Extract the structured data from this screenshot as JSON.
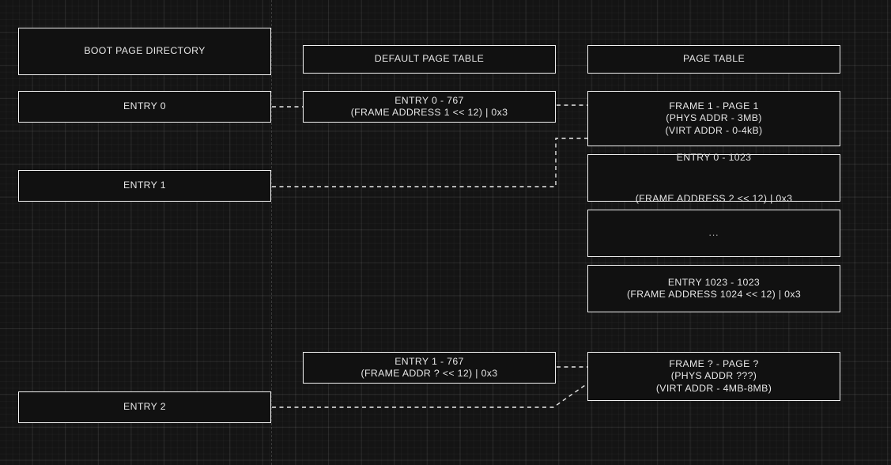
{
  "diagram": {
    "title_column_left": "BOOT PAGE DIRECTORY",
    "title_column_mid": "DEFAULT PAGE TABLE",
    "title_column_right": "PAGE TABLE",
    "theme": {
      "background": "#141414",
      "grid_minor": "#1c1c1c",
      "grid_major": "#2a2a2a",
      "node_border": "#f2f2f2",
      "node_fill": "#111111",
      "text": "#e6e6e6",
      "link": "#e8e8e8"
    },
    "nodes": {
      "boot_page_directory": "BOOT PAGE DIRECTORY",
      "entry_0": "ENTRY 0",
      "entry_1": "ENTRY 1",
      "entry_2": "ENTRY 2",
      "default_page_table": "DEFAULT PAGE TABLE",
      "entry_0_767": "ENTRY 0 - 767\n(FRAME ADDRESS 1 << 12) | 0x3",
      "entry_1_767": "ENTRY 1 - 767\n(FRAME ADDR ? << 12)  | 0x3",
      "page_table": "PAGE TABLE",
      "frame_1_page_1": "FRAME 1 - PAGE 1\n(PHYS ADDR - 3MB)\n(VIRT ADDR - 0-4kB)",
      "entry_0_1023": "ENTRY 0 - 1023\n\n(FRAME ADDRESS 2 << 12) | 0x3",
      "ellipsis": "...",
      "entry_1023_1023": "ENTRY 1023 - 1023\n(FRAME ADDRESS 1024 << 12) | 0x3",
      "frame_q_page_q": "FRAME ? - PAGE ?\n(PHYS ADDR ???)\n(VIRT ADDR - 4MB-8MB)"
    },
    "links": [
      {
        "name": "entry-0-to-default-page-table",
        "style": "dotted-straight"
      },
      {
        "name": "entry-0-767-to-frame-1-page-1",
        "style": "dashed-straight"
      },
      {
        "name": "entry-1-to-page-table-frame-1",
        "style": "dashed-elbow"
      },
      {
        "name": "entry-1-767-to-frame-q-page-q",
        "style": "dashed-straight"
      },
      {
        "name": "entry-2-to-frame-q-page-q",
        "style": "dashed-diagonal"
      }
    ]
  }
}
